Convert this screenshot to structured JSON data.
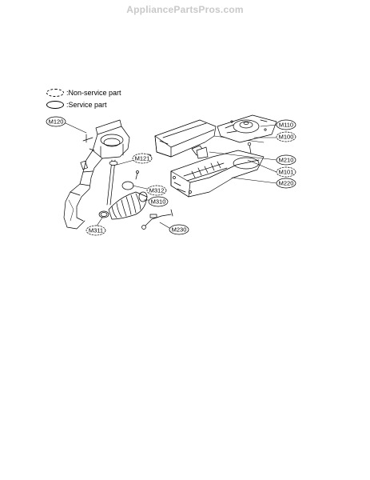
{
  "watermark": "AppliancePartsPros.com",
  "legend": {
    "non_service": ":Non-service part",
    "service": ":Service part"
  },
  "callouts": {
    "m120": "M120",
    "m121": "M121",
    "m312": "M312",
    "m310": "M310",
    "m311": "M311",
    "m230": "M230",
    "m110": "M110",
    "m100": "M100",
    "m210": "M210",
    "m101": "M101",
    "m220": "M220"
  }
}
